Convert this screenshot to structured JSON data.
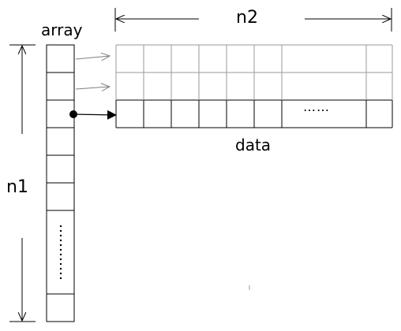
{
  "labels": {
    "array": "array",
    "n2": "n2",
    "n1": "n1",
    "data": "data",
    "row_ellipsis": "……"
  },
  "colors": {
    "stroke": "#000000",
    "pointer_faint": "#7f7f7f",
    "background": "#ffffff"
  }
}
